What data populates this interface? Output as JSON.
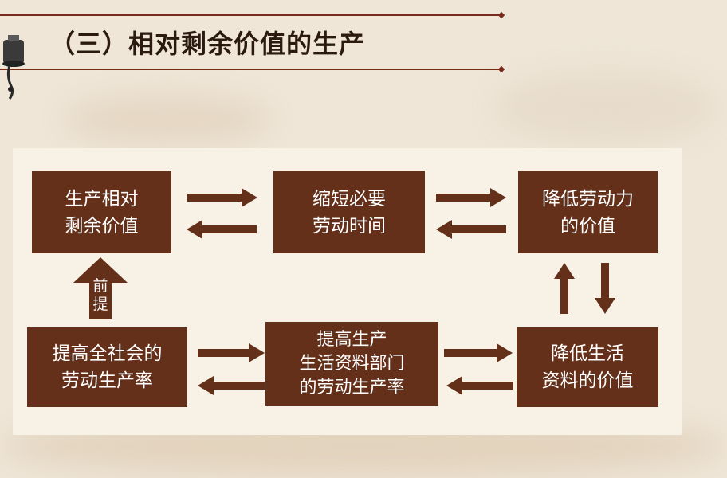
{
  "page": {
    "title": "（三）相对剩余价值的生产"
  },
  "diagram": {
    "nodes": {
      "relative_surplus_value": "生产相对\n剩余价值",
      "shorten_necessary_labor_time": "缩短必要\n劳动时间",
      "lower_labor_power_value": "降低劳动力\n的价值",
      "raise_social_productivity": "提高全社会的\n劳动生产率",
      "raise_consumer_goods_productivity": "提高生产\n生活资料部门\n的劳动生产率",
      "lower_means_of_living_value": "降低生活\n资料的价值"
    },
    "premise_label": "前\n提"
  },
  "colors": {
    "box": "#64301a",
    "text": "#ffffff",
    "background": "#efe6d8",
    "panel": "#f7f1e6",
    "accent_line": "#7a2a18"
  }
}
